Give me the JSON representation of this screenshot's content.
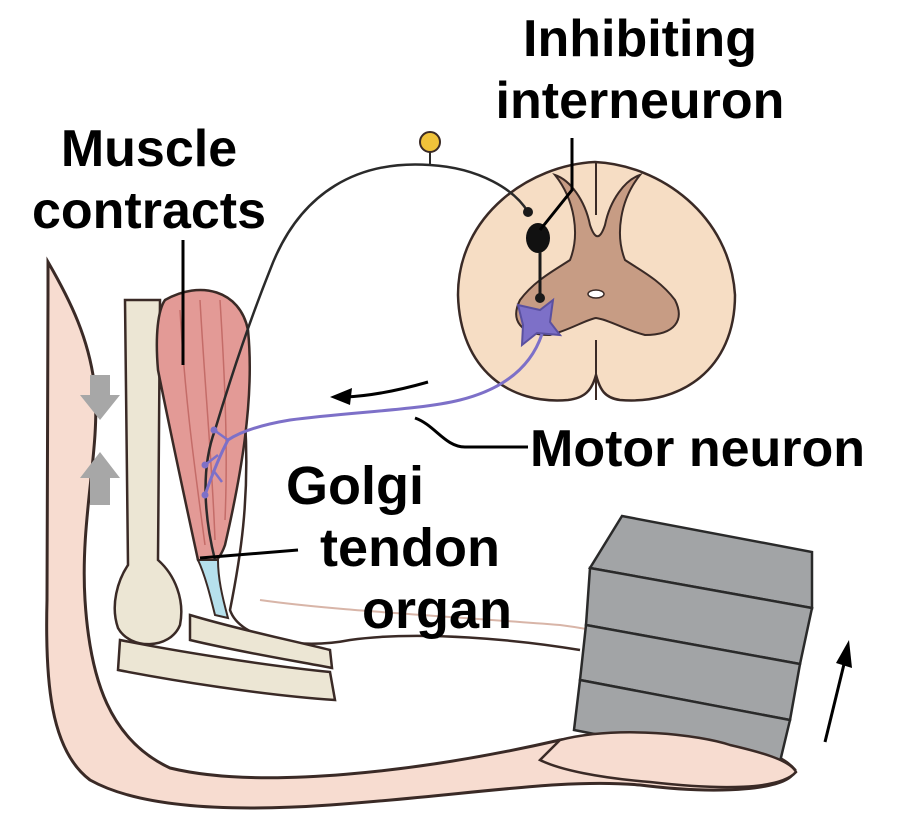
{
  "labels": {
    "inhibiting_line1": "Inhibiting",
    "inhibiting_line2": "interneuron",
    "muscle_line1": "Muscle",
    "muscle_line2": "contracts",
    "motor_neuron": "Motor neuron",
    "golgi_line1": "Golgi",
    "golgi_line2": "tendon",
    "golgi_line3": "organ"
  },
  "colors": {
    "skin": "#f7dcd0",
    "skin_outline": "#3a2a26",
    "muscle": "#e39a96",
    "bone": "#ece6d4",
    "cord_white_matter": "#f6ddc4",
    "cord_gray_matter": "#c79c84",
    "motor_neuron": "#7d70c8",
    "sensory_ganglion": "#f0c23a",
    "tendon_organ": "#b6e0ec",
    "weight": "#a2a4a6"
  },
  "icons": [
    "weight-icon",
    "up-arrow-icon",
    "left-arrow-icon",
    "muscle-movement-arrows-icon"
  ]
}
